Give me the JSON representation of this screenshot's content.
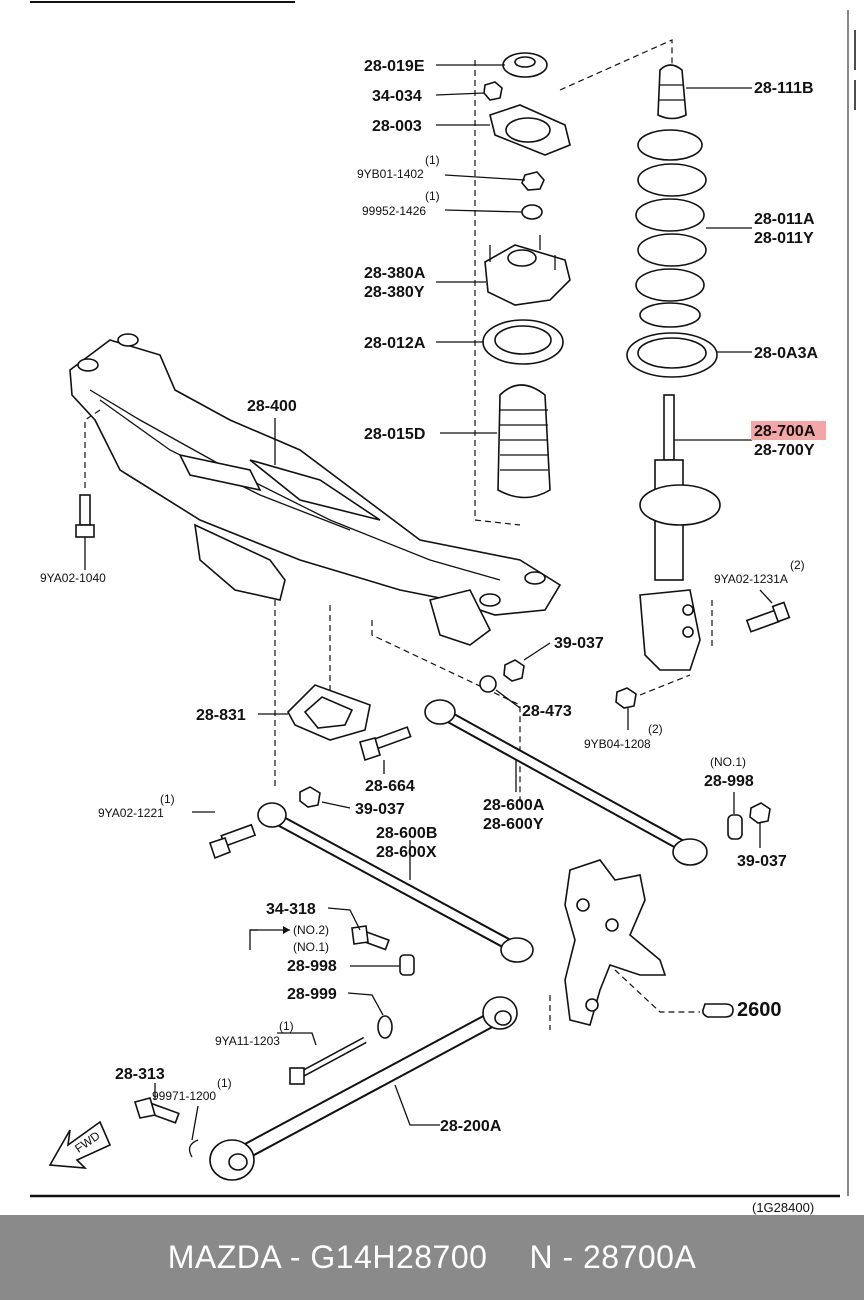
{
  "diagram": {
    "code": "(1G28400)",
    "fwd": "FWD",
    "labels": {
      "p28_019E": "28-019E",
      "p34_034": "34-034",
      "p28_003": "28-003",
      "p9YB01_1402_qty": "(1)",
      "p9YB01_1402": "9YB01-1402",
      "p99952_1426_qty": "(1)",
      "p99952_1426": "99952-1426",
      "p28_380A": "28-380A",
      "p28_380Y": "28-380Y",
      "p28_012A": "28-012A",
      "p28_015D": "28-015D",
      "p28_111B": "28-111B",
      "p28_011A": "28-011A",
      "p28_011Y": "28-011Y",
      "p28_0A3A": "28-0A3A",
      "p28_700A": "28-700A",
      "p28_700Y": "28-700Y",
      "p28_400": "28-400",
      "p9YA02_1040": "9YA02-1040",
      "p9YA02_1231A_qty": "(2)",
      "p9YA02_1231A": "9YA02-1231A",
      "p39_037_a": "39-037",
      "p28_473": "28-473",
      "p9YB04_1208_qty": "(2)",
      "p9YB04_1208": "9YB04-1208",
      "p28_831": "28-831",
      "p28_664": "28-664",
      "p28_998_no1_note": "(NO.1)",
      "p28_998_a": "28-998",
      "p39_037_c": "39-037",
      "p9YA02_1221_qty": "(1)",
      "p9YA02_1221": "9YA02-1221",
      "p39_037_b": "39-037",
      "p28_600A": "28-600A",
      "p28_600Y": "28-600Y",
      "p28_600B": "28-600B",
      "p28_600X": "28-600X",
      "p34_318": "34-318",
      "no2": "(NO.2)",
      "no1": "(NO.1)",
      "p28_998_b": "28-998",
      "p28_999": "28-999",
      "p9YA11_1203_qty": "(1)",
      "p9YA11_1203": "9YA11-1203",
      "p2600": "2600",
      "p28_313": "28-313",
      "p99971_1200_qty": "(1)",
      "p99971_1200": "99971-1200",
      "p28_200A": "28-200A"
    }
  },
  "footer": {
    "left": "MAZDA - G14H28700",
    "right": "N - 28700A"
  }
}
